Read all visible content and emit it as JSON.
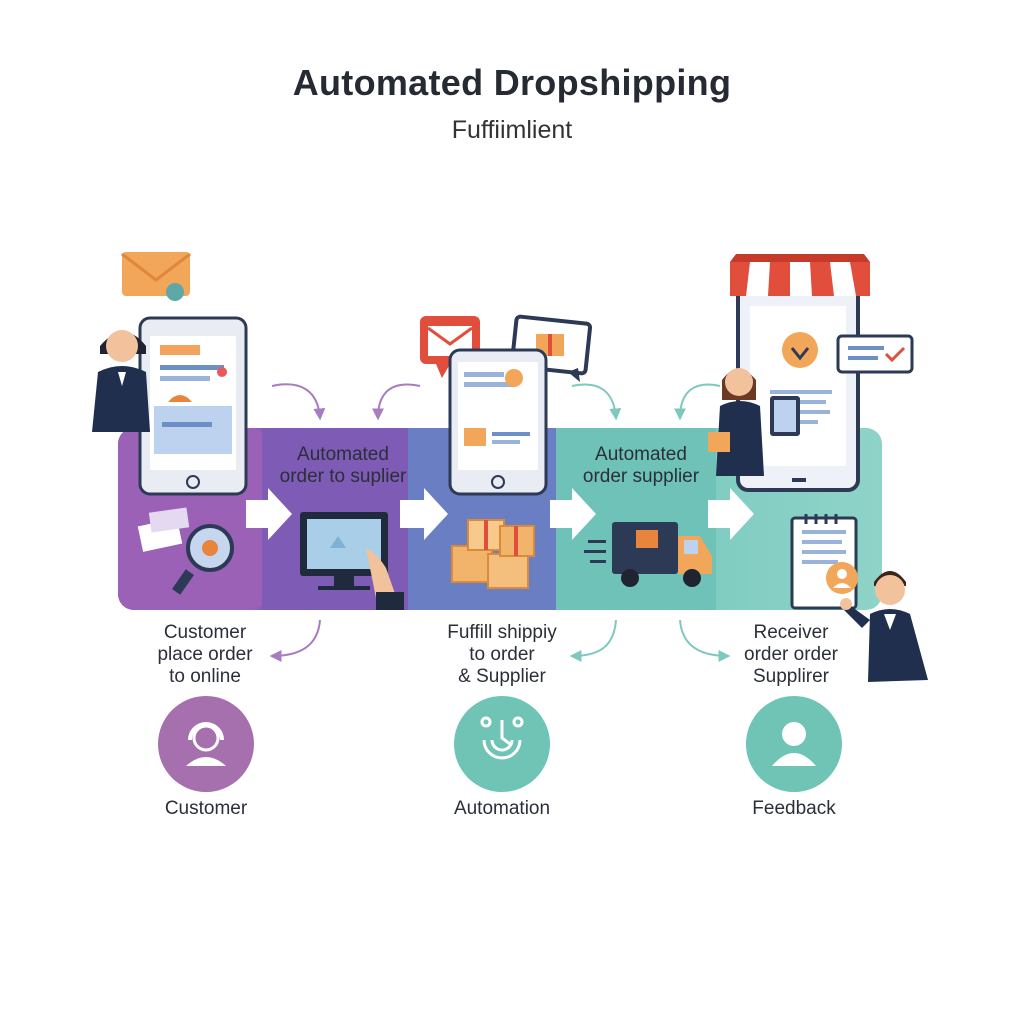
{
  "header": {
    "title": "Automated Dropshipping",
    "subtitle": "Fuffiimlient"
  },
  "band_labels": [
    {
      "line1": "Automated",
      "line2": "order to suplier"
    },
    {
      "line1": "Automated",
      "line2": "order supplier"
    }
  ],
  "steps": [
    {
      "line1": "Customer",
      "line2": "place order",
      "line3": "to online"
    },
    {
      "line1": "Fuffill shippiy",
      "line2": "to order",
      "line3": "& Supplier"
    },
    {
      "line1": "Receiver",
      "line2": "order order",
      "line3": "Supplirer"
    }
  ],
  "categories": [
    {
      "label": "Customer",
      "color": "#a66fae",
      "icon": "customer-headset-icon"
    },
    {
      "label": "Automation",
      "color": "#6fc4b6",
      "icon": "automation-icon"
    },
    {
      "label": "Feedback",
      "color": "#6fc4b6",
      "icon": "user-icon"
    }
  ],
  "colors": {
    "purple": "#9b67b4",
    "violet": "#7b5fb3",
    "blue": "#6d83c2",
    "teal": "#74c6bd"
  }
}
